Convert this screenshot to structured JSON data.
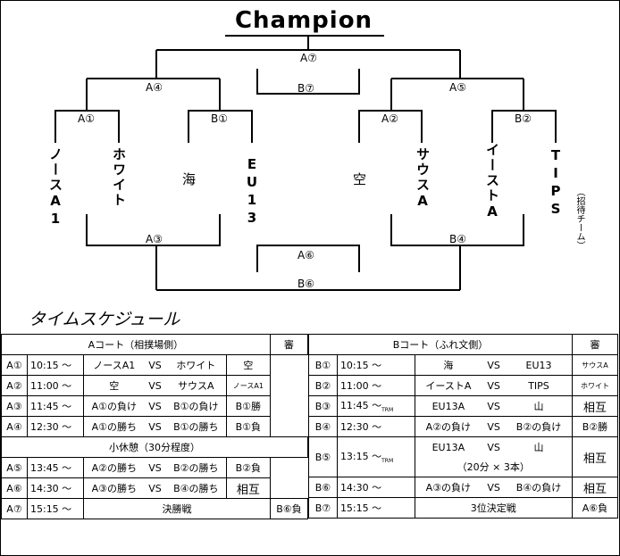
{
  "title": "Champion",
  "bracket": {
    "final": "A⑦",
    "third_place": "B⑦",
    "semis": [
      "A④",
      "A⑤"
    ],
    "quarters": [
      "A①",
      "B①",
      "A②",
      "B②"
    ],
    "lower": [
      "A③",
      "B④",
      "A⑥",
      "B⑥"
    ],
    "teams": [
      "ノースA1",
      "ホワイト",
      "海",
      "EU13",
      "空",
      "サウスA",
      "イーストA",
      "TIPS"
    ],
    "invite_note": "（招待チーム）"
  },
  "schedule_title": "タイムスケジュール",
  "court_a": {
    "header": "Aコート（相撲場側）",
    "ref_header": "審",
    "rows": [
      {
        "id": "A①",
        "time": "10:15 ～",
        "t1": "ノースA1",
        "vs": "VS",
        "t2": "ホワイト",
        "ref": "空"
      },
      {
        "id": "A②",
        "time": "11:00 ～",
        "t1": "空",
        "vs": "VS",
        "t2": "サウスA",
        "ref": "ノースA1"
      },
      {
        "id": "A③",
        "time": "11:45 ～",
        "t1": "A①の負け",
        "vs": "VS",
        "t2": "B①の負け",
        "ref": "B①勝"
      },
      {
        "id": "A④",
        "time": "12:30 ～",
        "t1": "A①の勝ち",
        "vs": "VS",
        "t2": "B①の勝ち",
        "ref": "B①負"
      },
      {
        "break": "小休憩（30分程度）"
      },
      {
        "id": "A⑤",
        "time": "13:45 ～",
        "t1": "A②の勝ち",
        "vs": "VS",
        "t2": "B②の勝ち",
        "ref": "B②負"
      },
      {
        "id": "A⑥",
        "time": "14:30 ～",
        "t1": "A③の勝ち",
        "vs": "VS",
        "t2": "B④の勝ち",
        "ref": "相互"
      },
      {
        "id": "A⑦",
        "time": "15:15 ～",
        "match": "決勝戦",
        "ref": "B⑥負"
      }
    ]
  },
  "court_b": {
    "header": "Bコート（ふれ文側）",
    "ref_header": "審",
    "rows": [
      {
        "id": "B①",
        "time": "10:15 ～",
        "t1": "海",
        "vs": "VS",
        "t2": "EU13",
        "ref": "サウスA"
      },
      {
        "id": "B②",
        "time": "11:00 ～",
        "t1": "イーストA",
        "vs": "VS",
        "t2": "TIPS",
        "ref": "ホワイト"
      },
      {
        "id": "B③",
        "time": "11:45 ～",
        "trm": "TRM",
        "t1": "EU13A",
        "vs": "VS",
        "t2": "山",
        "ref": "相互"
      },
      {
        "id": "B④",
        "time": "12:30 ～",
        "t1": "A②の負け",
        "vs": "VS",
        "t2": "B②の負け",
        "ref": "B②勝"
      },
      {
        "id": "B⑤",
        "time": "13:15 ～",
        "trm": "TRM",
        "t1": "EU13A",
        "vs": "VS",
        "t2": "山",
        "note": "（20分 × 3本）",
        "ref": "相互"
      },
      {
        "id": "B⑥",
        "time": "14:30 ～",
        "t1": "A③の負け",
        "vs": "VS",
        "t2": "B④の負け",
        "ref": "相互"
      },
      {
        "id": "B⑦",
        "time": "15:15 ～",
        "match": "3位決定戦",
        "ref": "A⑥負"
      }
    ]
  }
}
